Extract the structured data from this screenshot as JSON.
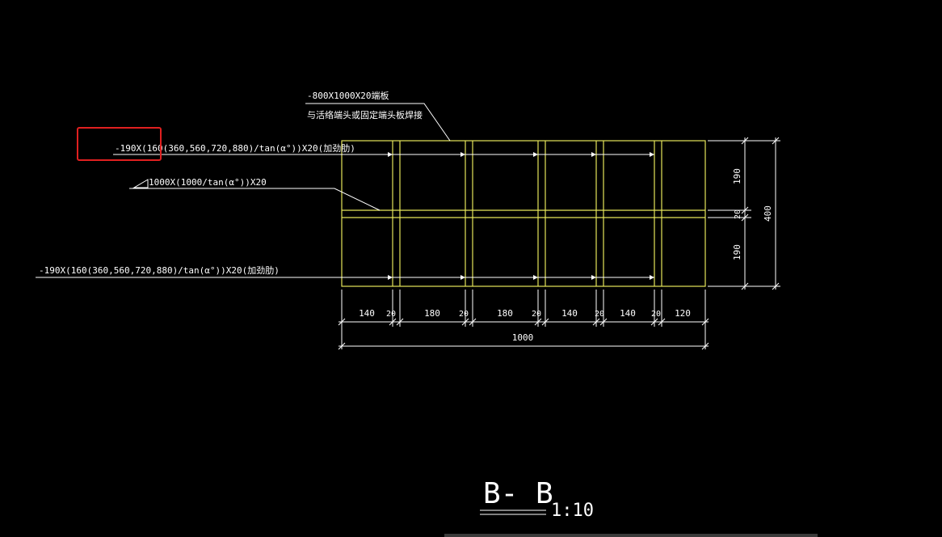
{
  "drawing": {
    "annotations": {
      "end_plate_line1": "-800X1000X20端板",
      "end_plate_line2": "与活络端头或固定端头板焊接",
      "stiffener_top": "-190X(160(360,560,720,880)/tan(α°))X20(加劲肋)",
      "angle_plate": "1000X(1000/tan(α°))X20",
      "stiffener_bottom": "-190X(160(360,560,720,880)/tan(α°))X20(加劲肋)"
    },
    "vertical_dims": {
      "upper": "190",
      "middle": "20",
      "lower": "190",
      "total": "400"
    },
    "horizontal_dims": [
      "140",
      "20",
      "180",
      "20",
      "180",
      "20",
      "140",
      "20",
      "140",
      "20",
      "120"
    ],
    "total_width": "1000",
    "section_title": "B- B",
    "scale": "1:10"
  },
  "colors": {
    "background": "#000000",
    "geometry": "#e6e65a",
    "annotation": "#ffffff",
    "highlight": "#e02020"
  }
}
